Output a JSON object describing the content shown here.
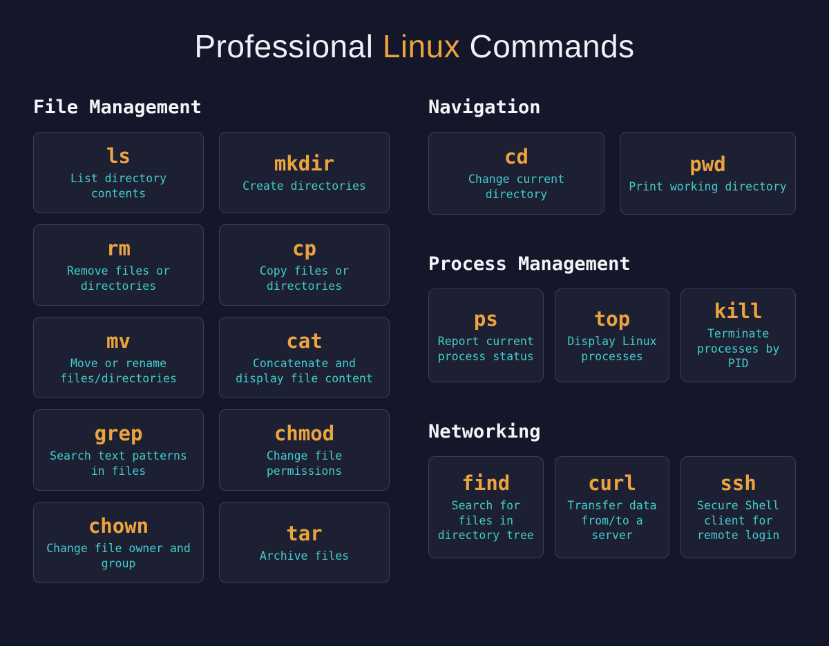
{
  "title": {
    "pre": "Professional",
    "highlight": "Linux",
    "post": "Commands"
  },
  "colors": {
    "bg": "#14162a",
    "card": "#1d2033",
    "border": "#3a3f58",
    "accent": "#eba43e",
    "teal": "#43cdcb",
    "text": "#eef1f6"
  },
  "sections": [
    {
      "label": "File Management",
      "cards": [
        {
          "cmd": "ls",
          "desc": "List directory contents"
        },
        {
          "cmd": "mkdir",
          "desc": "Create directories"
        },
        {
          "cmd": "rm",
          "desc": "Remove files or directories"
        },
        {
          "cmd": "cp",
          "desc": "Copy files or directories"
        },
        {
          "cmd": "mv",
          "desc": "Move or rename files/directories"
        },
        {
          "cmd": "cat",
          "desc": "Concatenate and display file content"
        },
        {
          "cmd": "grep",
          "desc": "Search text patterns in files"
        },
        {
          "cmd": "chmod",
          "desc": "Change file permissions"
        },
        {
          "cmd": "chown",
          "desc": "Change file owner and group"
        },
        {
          "cmd": "tar",
          "desc": "Archive files"
        }
      ]
    },
    {
      "label": "Navigation",
      "cards": [
        {
          "cmd": "cd",
          "desc": "Change current directory"
        },
        {
          "cmd": "pwd",
          "desc": "Print working directory"
        }
      ]
    },
    {
      "label": "Process Management",
      "cards": [
        {
          "cmd": "ps",
          "desc": "Report current process status"
        },
        {
          "cmd": "top",
          "desc": "Display Linux processes"
        },
        {
          "cmd": "kill",
          "desc": "Terminate processes by PID"
        }
      ]
    },
    {
      "label": "Networking",
      "cards": [
        {
          "cmd": "find",
          "desc": "Search for files in directory tree"
        },
        {
          "cmd": "curl",
          "desc": "Transfer data from/to a server"
        },
        {
          "cmd": "ssh",
          "desc": "Secure Shell client for remote login"
        }
      ]
    }
  ]
}
